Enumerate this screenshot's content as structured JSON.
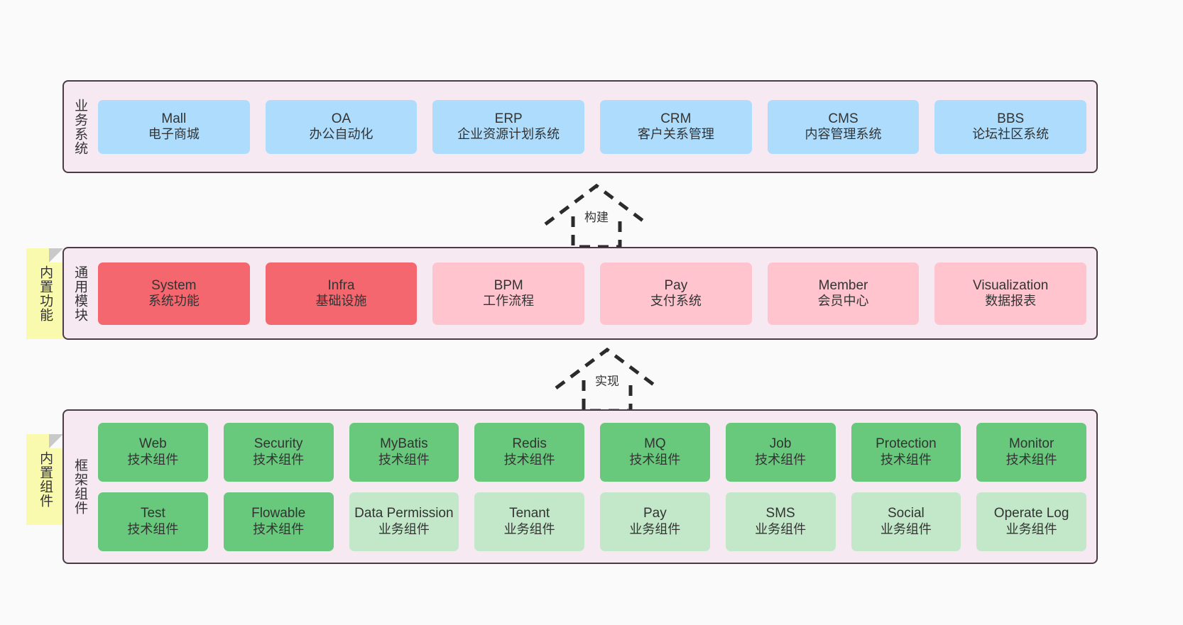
{
  "diagram": {
    "background": "#fafafa",
    "panel_background": "#f7e9f2",
    "panel_border": "#4a3b44"
  },
  "colors": {
    "blue": "#addcfc",
    "red": "#f4676e",
    "pink": "#ffc4ce",
    "green": "#68c87c",
    "light_green": "#c2e8c9",
    "sticky_yellow": "#fafaaf"
  },
  "layers": {
    "business": {
      "title": "业务系统",
      "items": [
        {
          "name": "Mall",
          "sub": "电子商城"
        },
        {
          "name": "OA",
          "sub": "办公自动化"
        },
        {
          "name": "ERP",
          "sub": "企业资源计划系统"
        },
        {
          "name": "CRM",
          "sub": "客户关系管理"
        },
        {
          "name": "CMS",
          "sub": "内容管理系统"
        },
        {
          "name": "BBS",
          "sub": "论坛社区系统"
        }
      ]
    },
    "common": {
      "title": "通用模块",
      "sticky": "内置功能",
      "items": [
        {
          "name": "System",
          "sub": "系统功能"
        },
        {
          "name": "Infra",
          "sub": "基础设施"
        },
        {
          "name": "BPM",
          "sub": "工作流程"
        },
        {
          "name": "Pay",
          "sub": "支付系统"
        },
        {
          "name": "Member",
          "sub": "会员中心"
        },
        {
          "name": "Visualization",
          "sub": "数据报表"
        }
      ]
    },
    "framework": {
      "title": "框架组件",
      "sticky": "内置组件",
      "row_tech": [
        {
          "name": "Web",
          "sub": "技术组件"
        },
        {
          "name": "Security",
          "sub": "技术组件"
        },
        {
          "name": "MyBatis",
          "sub": "技术组件"
        },
        {
          "name": "Redis",
          "sub": "技术组件"
        },
        {
          "name": "MQ",
          "sub": "技术组件"
        },
        {
          "name": "Job",
          "sub": "技术组件"
        },
        {
          "name": "Protection",
          "sub": "技术组件"
        },
        {
          "name": "Monitor",
          "sub": "技术组件"
        }
      ],
      "row_business": [
        {
          "name": "Test",
          "sub": "技术组件"
        },
        {
          "name": "Flowable",
          "sub": "技术组件"
        },
        {
          "name": "Data Permission",
          "sub": "业务组件"
        },
        {
          "name": "Tenant",
          "sub": "业务组件"
        },
        {
          "name": "Pay",
          "sub": "业务组件"
        },
        {
          "name": "SMS",
          "sub": "业务组件"
        },
        {
          "name": "Social",
          "sub": "业务组件"
        },
        {
          "name": "Operate Log",
          "sub": "业务组件"
        }
      ]
    }
  },
  "connectors": {
    "build": {
      "label": "构建",
      "style": "dashed-hollow-arrow-up"
    },
    "implement": {
      "label": "实现",
      "style": "dashed-hollow-arrow-up"
    }
  }
}
